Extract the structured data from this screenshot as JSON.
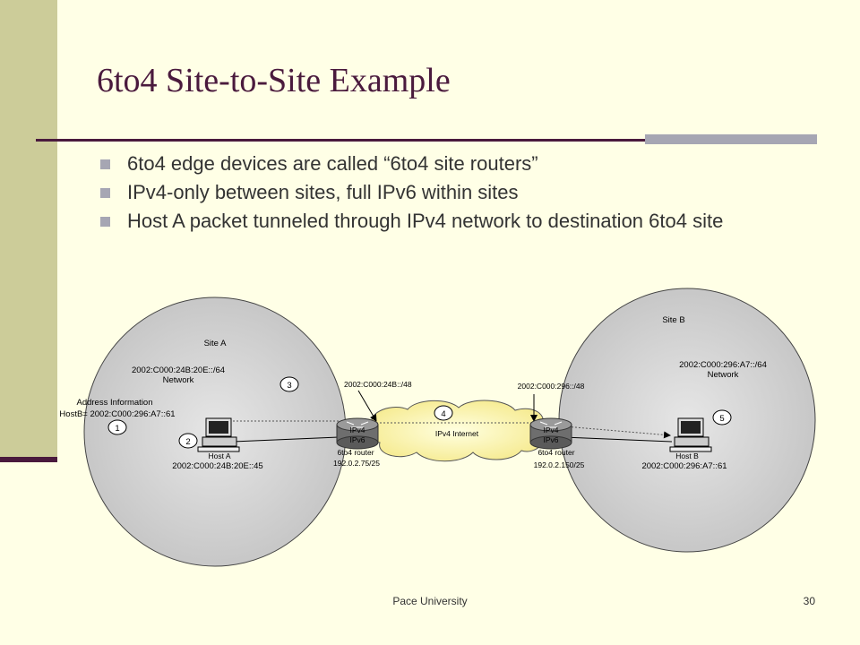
{
  "slide": {
    "title": "6to4 Site-to-Site Example",
    "bullets": [
      "6to4 edge devices are called “6to4 site routers”",
      "IPv4-only between sites, full IPv6 within sites",
      "Host A packet tunneled through IPv4 network to destination 6to4 site"
    ],
    "footer": "Pace University",
    "page_number": "30"
  },
  "diagram": {
    "site_a": {
      "label": "Site A",
      "network_prefix": "2002:C000:24B:20E::/64",
      "network_label": "Network",
      "address_info_title": "Address Information",
      "address_info_value": "HostB= 2002:C000:296:A7::61",
      "host_label": "Host A",
      "host_address": "2002:C000:24B:20E::45"
    },
    "site_b": {
      "label": "Site B",
      "network_prefix": "2002:C000:296:A7::/64",
      "network_label": "Network",
      "host_label": "Host B",
      "host_address": "2002:C000:296:A7::61"
    },
    "router_a": {
      "prefix": "2002:C000:24B::/48",
      "ipv4_label": "IPv4",
      "ipv6_label": "IPv6",
      "label": "6to4 router",
      "address": "192.0.2.75/25"
    },
    "router_b": {
      "prefix": "2002:C000:296::/48",
      "ipv4_label": "IPv4",
      "ipv6_label": "IPv6",
      "label": "6to4 router",
      "address": "192.0.2.150/25"
    },
    "internet_label": "IPv4 Internet",
    "steps": [
      "1",
      "2",
      "3",
      "4",
      "5"
    ]
  }
}
